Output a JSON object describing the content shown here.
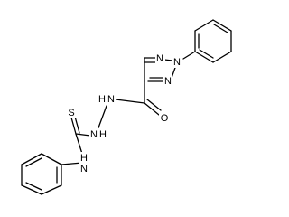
{
  "diagram": {
    "type": "chemical-structure",
    "atoms": {
      "n_triazole_top": "N",
      "n_triazole_mid": "N",
      "n_triazole_low": "N",
      "n_hydrazide_upper": "N",
      "h_hydrazide_upper": "H",
      "n_hydrazide_lower": "N",
      "h_hydrazide_lower": "H",
      "o_carbonyl": "O",
      "s_thione": "S",
      "n_anilino": "N",
      "h_anilino": "H"
    }
  }
}
